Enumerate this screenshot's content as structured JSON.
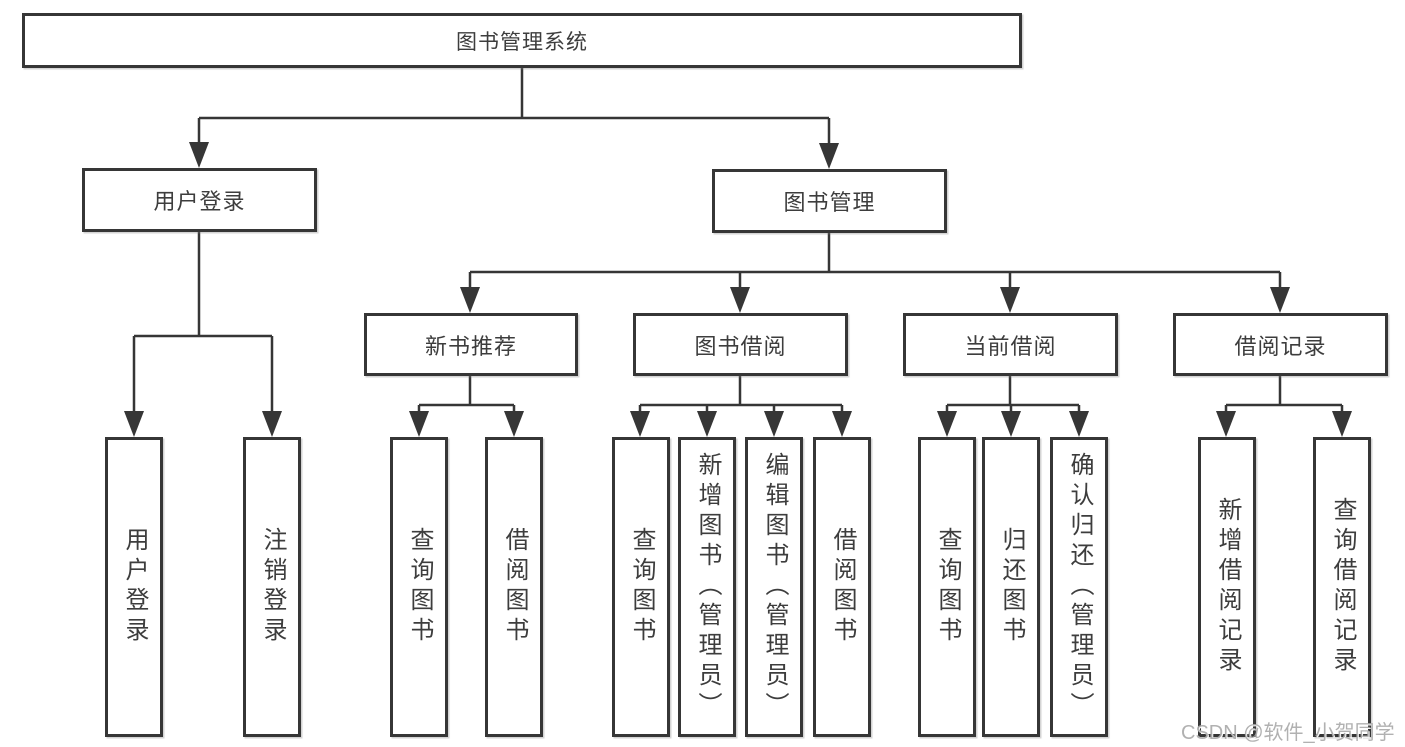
{
  "diagram": {
    "type": "hierarchy-flowchart",
    "title": "图书管理系统"
  },
  "nodes": {
    "root": {
      "label": "图书管理系统"
    },
    "login": {
      "label": "用户登录"
    },
    "manage": {
      "label": "图书管理"
    },
    "login_user": {
      "label": "用户登录"
    },
    "login_logout": {
      "label": "注销登录"
    },
    "recommend": {
      "label": "新书推荐"
    },
    "recommend_query": {
      "label": "查询图书"
    },
    "recommend_borrow": {
      "label": "借阅图书"
    },
    "borrow": {
      "label": "图书借阅"
    },
    "borrow_query": {
      "label": "查询图书"
    },
    "borrow_add": {
      "label": "新增图书（管理员）"
    },
    "borrow_edit": {
      "label": "编辑图书（管理员）"
    },
    "borrow_lend": {
      "label": "借阅图书"
    },
    "current": {
      "label": "当前借阅"
    },
    "current_query": {
      "label": "查询图书"
    },
    "current_return": {
      "label": "归还图书"
    },
    "current_confirm": {
      "label": "确认归还（管理员）"
    },
    "records": {
      "label": "借阅记录"
    },
    "records_add": {
      "label": "新增借阅记录"
    },
    "records_query": {
      "label": "查询借阅记录"
    }
  },
  "hierarchy": {
    "图书管理系统": {
      "用户登录": [
        "用户登录",
        "注销登录"
      ],
      "图书管理": {
        "新书推荐": [
          "查询图书",
          "借阅图书"
        ],
        "图书借阅": [
          "查询图书",
          "新增图书（管理员）",
          "编辑图书（管理员）",
          "借阅图书"
        ],
        "当前借阅": [
          "查询图书",
          "归还图书",
          "确认归还（管理员）"
        ],
        "借阅记录": [
          "新增借阅记录",
          "查询借阅记录"
        ]
      }
    }
  },
  "watermark": {
    "text": "CSDN @软件_小贺同学"
  },
  "colors": {
    "line": "#363636",
    "text": "#3d3d3d",
    "background": "#ffffff",
    "watermark": "#a8a8a8"
  }
}
